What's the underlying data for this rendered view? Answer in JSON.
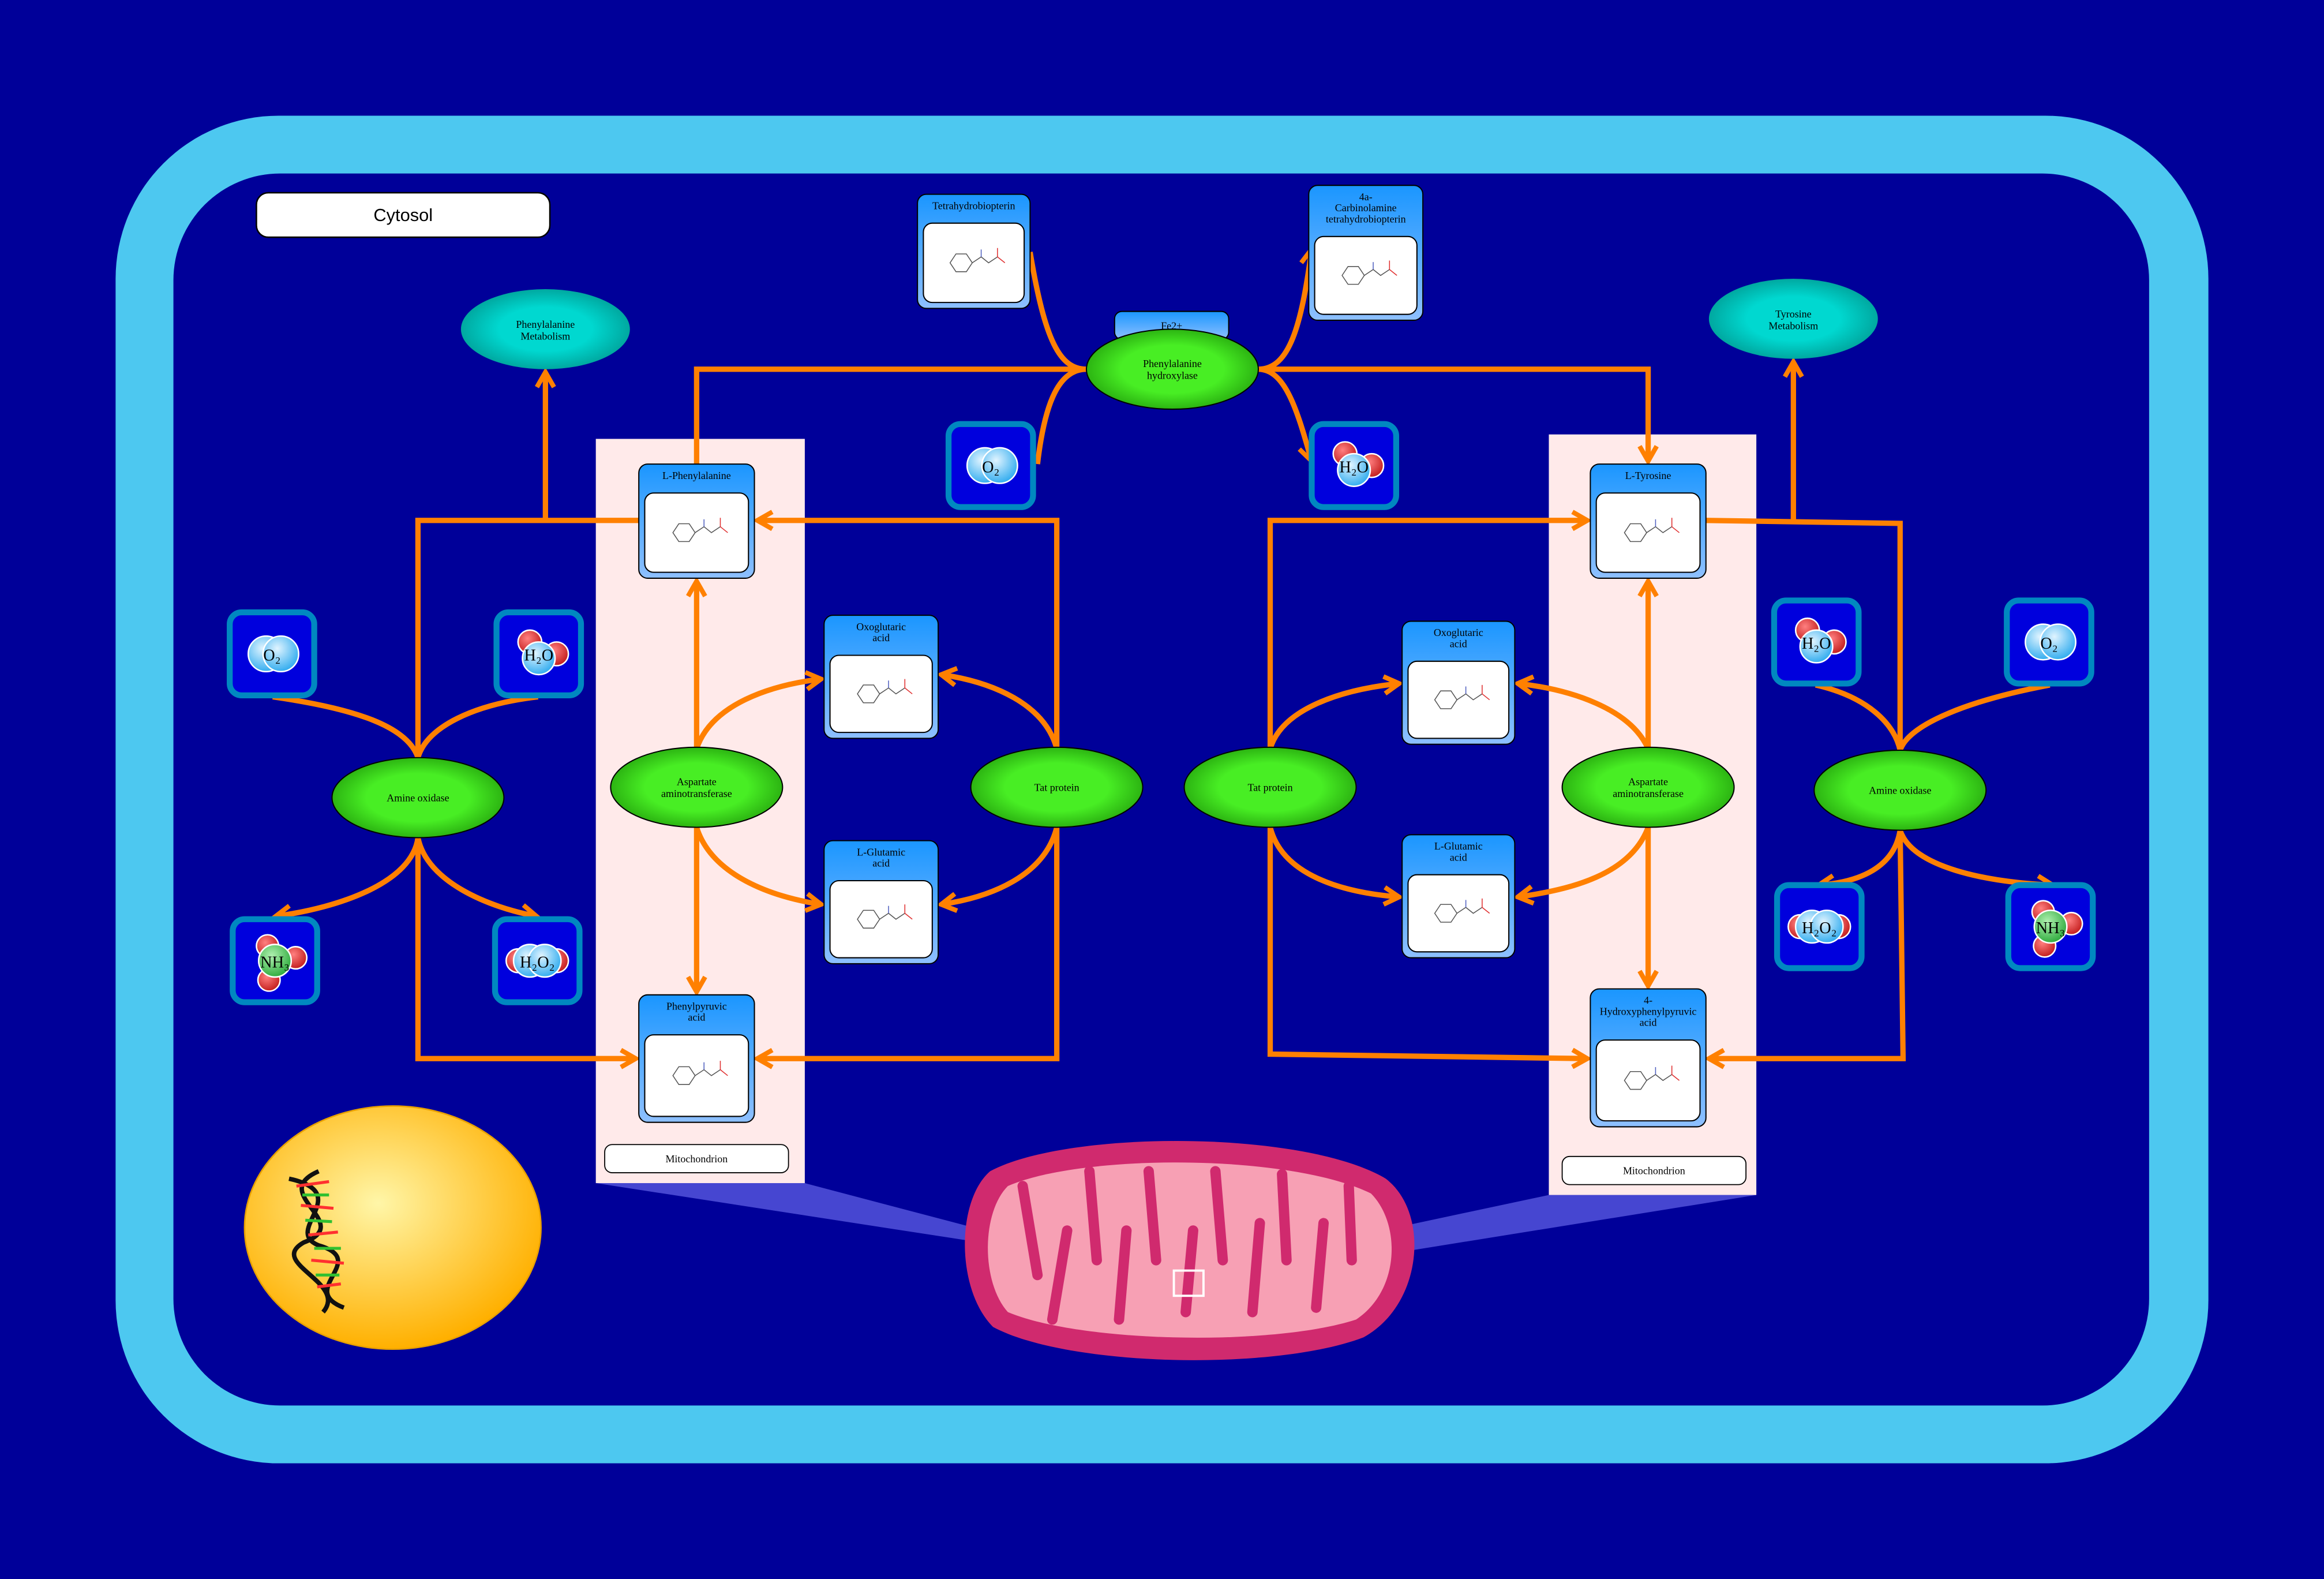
{
  "compartments": {
    "cytosol": "Cytosol",
    "mito_left": "Mitochondrion",
    "mito_right": "Mitochondrion"
  },
  "compounds": [
    {
      "id": "lphe",
      "lines": [
        "L-Phenylalanine"
      ]
    },
    {
      "id": "phepyr",
      "lines": [
        "Phenylpyruvic",
        "acid"
      ]
    },
    {
      "id": "oxo_l",
      "lines": [
        "Oxoglutaric",
        "acid"
      ]
    },
    {
      "id": "glu_l",
      "lines": [
        "L-Glutamic",
        "acid"
      ]
    },
    {
      "id": "bh4",
      "lines": [
        "Tetrahydrobiopterin"
      ]
    },
    {
      "id": "carb",
      "lines": [
        "4a-",
        "Carbinolamine",
        "tetrahydrobiopterin"
      ]
    },
    {
      "id": "ltyr",
      "lines": [
        "L-Tyrosine"
      ]
    },
    {
      "id": "oxo_r",
      "lines": [
        "Oxoglutaric",
        "acid"
      ]
    },
    {
      "id": "glu_r",
      "lines": [
        "L-Glutamic",
        "acid"
      ]
    },
    {
      "id": "hpp",
      "lines": [
        "4-",
        "Hydroxyphenylpyruvic",
        "acid"
      ]
    }
  ],
  "enzymes": [
    {
      "id": "pah",
      "lines": [
        "Phenylalanine",
        "hydroxylase"
      ]
    },
    {
      "id": "ao_l",
      "lines": [
        "Amine oxidase"
      ]
    },
    {
      "id": "ast_l",
      "lines": [
        "Aspartate",
        "aminotransferase"
      ]
    },
    {
      "id": "tat_l",
      "lines": [
        "Tat protein"
      ]
    },
    {
      "id": "tat_r",
      "lines": [
        "Tat protein"
      ]
    },
    {
      "id": "ast_r",
      "lines": [
        "Aspartate",
        "aminotransferase"
      ]
    },
    {
      "id": "ao_r",
      "lines": [
        "Amine oxidase"
      ]
    }
  ],
  "cofactor": "Fe2+",
  "pathways": [
    {
      "id": "phe_met",
      "lines": [
        "Phenylalanine",
        "Metabolism"
      ]
    },
    {
      "id": "tyr_met",
      "lines": [
        "Tyrosine",
        "Metabolism"
      ]
    }
  ],
  "small_molecules": [
    {
      "id": "o2_l",
      "formula": "O₂",
      "kind": "o2"
    },
    {
      "id": "h2o_l",
      "formula": "H₂O",
      "kind": "h2o"
    },
    {
      "id": "nh3_l",
      "formula": "NH₃",
      "kind": "nh3"
    },
    {
      "id": "h2o2_l",
      "formula": "H₂O₂",
      "kind": "h2o2"
    },
    {
      "id": "o2_t",
      "formula": "O₂",
      "kind": "o2"
    },
    {
      "id": "h2o_t",
      "formula": "H₂O",
      "kind": "h2o"
    },
    {
      "id": "h2o_r",
      "formula": "H₂O",
      "kind": "h2o"
    },
    {
      "id": "o2_r",
      "formula": "O₂",
      "kind": "o2"
    },
    {
      "id": "h2o2_r",
      "formula": "H₂O₂",
      "kind": "h2o2"
    },
    {
      "id": "nh3_r",
      "formula": "NH₃",
      "kind": "nh3"
    }
  ],
  "colors": {
    "background": "#000099",
    "cell_membrane": "#4dc8f0",
    "edge": "#ff8000",
    "enzyme": "#44ee22",
    "pathway": "#00d0c8",
    "compound_header": "#1e9bff",
    "mitochondrion_region": "#ffeaea"
  }
}
